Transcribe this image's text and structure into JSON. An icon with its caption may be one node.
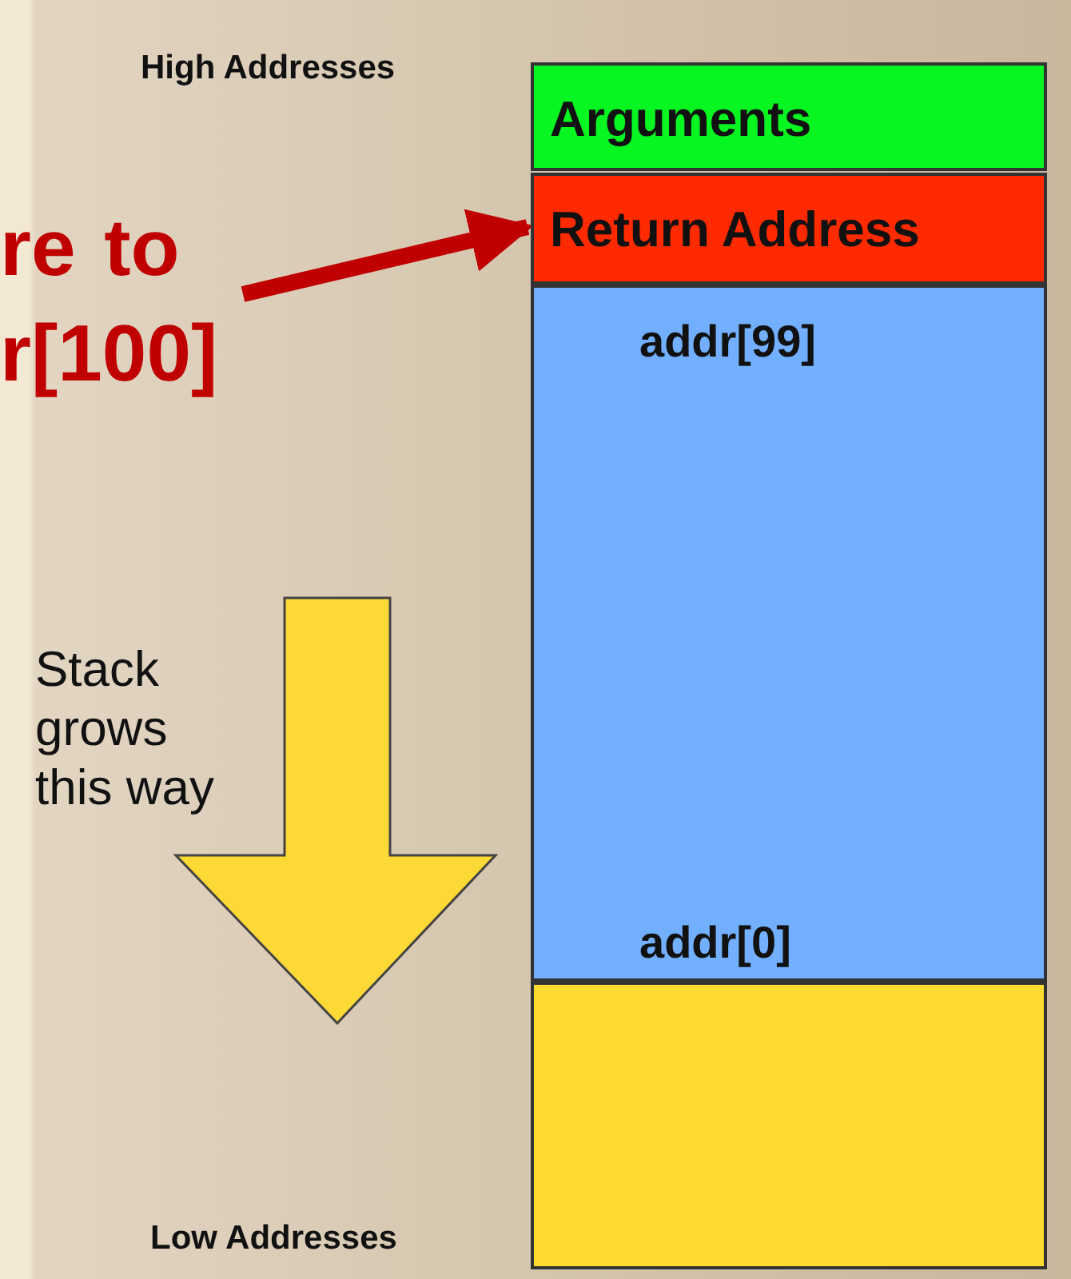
{
  "diagram": {
    "nodes": [
      {
        "text": [
          "re to r[100]"
        ]
      },
      {
        "text": [
          "Arguments"
        ]
      },
      {
        "text": [
          "Return Address"
        ]
      },
      {
        "text": [
          "addr[99]",
          "addr[0]"
        ]
      },
      {
        "text": [],
        "shape": "box"
      }
    ],
    "edges": [
      {
        "from": 0,
        "to": 2,
        "arrow": "to"
      }
    ],
    "labels": [
      "High Addresses",
      "Stack grows this way",
      "Low Addresses"
    ]
  }
}
